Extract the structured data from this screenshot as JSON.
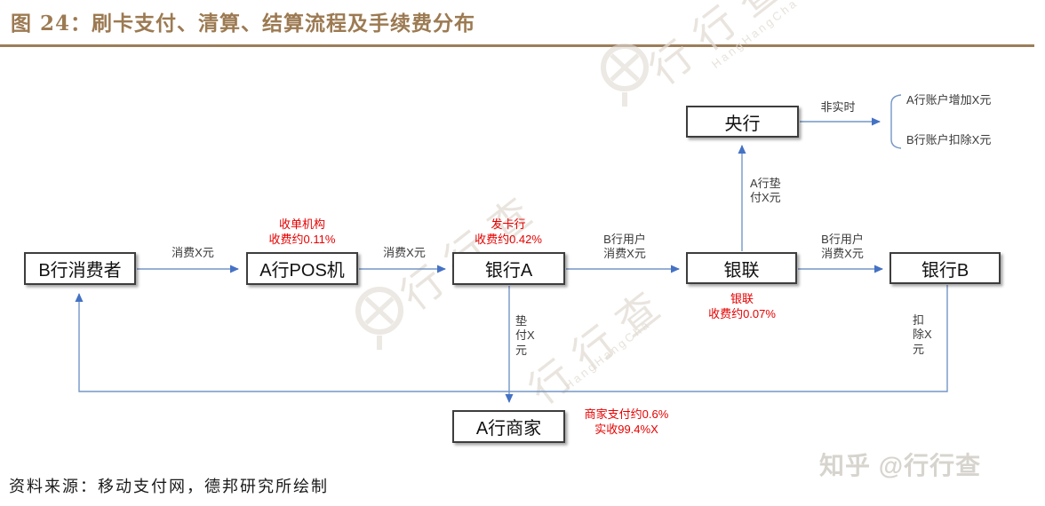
{
  "title": "图 24：刷卡支付、清算、结算流程及手续费分布",
  "nodes": {
    "consumer_b": "B行消费者",
    "pos_a": "A行POS机",
    "bank_a": "银行A",
    "unionpay": "银联",
    "bank_b": "银行B",
    "central_bank": "央行",
    "merchant_a": "A行商家"
  },
  "edge_labels": {
    "consume_1": "消费X元",
    "consume_2": "消费X元",
    "b_user_consume_1": "B行用户\n消费X元",
    "b_user_consume_2": "B行用户\n消费X元",
    "a_bank_advance": "A行垫\n付X元",
    "advance_vertical": "垫\n付X\n元",
    "deduct_vertical": "扣\n除X\n元",
    "non_realtime": "非实时",
    "a_account_increase": "A行账户增加X元",
    "b_account_deduct": "B行账户扣除X元"
  },
  "fee_notes": {
    "acquirer": "收单机构\n收费约0.11%",
    "issuer": "发卡行\n收费约0.42%",
    "unionpay": "银联\n收费约0.07%",
    "merchant": "商家支付约0.6%\n实收99.4%X"
  },
  "source": "资料来源：移动支付网，德邦研究所绘制",
  "zhihu_watermark": "知乎 @行行查",
  "bg_watermark_text": "行行查",
  "bg_watermark_latin": "HangHangCha",
  "colors": {
    "title_brown": "#9c7a52",
    "arrow_line": "#7396c6",
    "arrowhead": "#4472c4",
    "fee_red": "#e60000",
    "box_border": "#3d3d3d"
  }
}
